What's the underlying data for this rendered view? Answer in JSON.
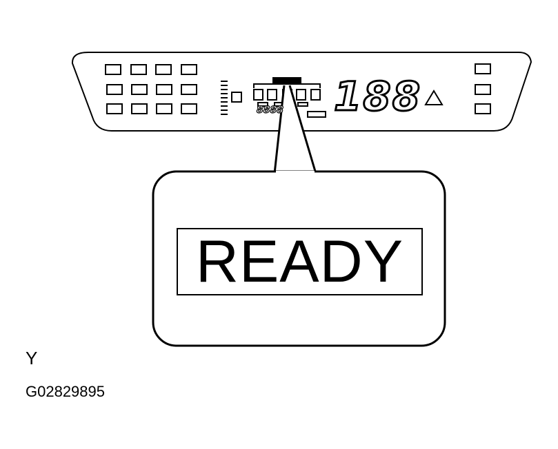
{
  "callout": {
    "text": "READY"
  },
  "display": {
    "speed_digits": "188",
    "mini_digits": "8888"
  },
  "labels": {
    "view": "Y",
    "figure_code": "G02829895"
  },
  "colors": {
    "ink": "#000000",
    "paper": "#ffffff"
  },
  "icons": {
    "warning": "warning-triangle-icon"
  }
}
